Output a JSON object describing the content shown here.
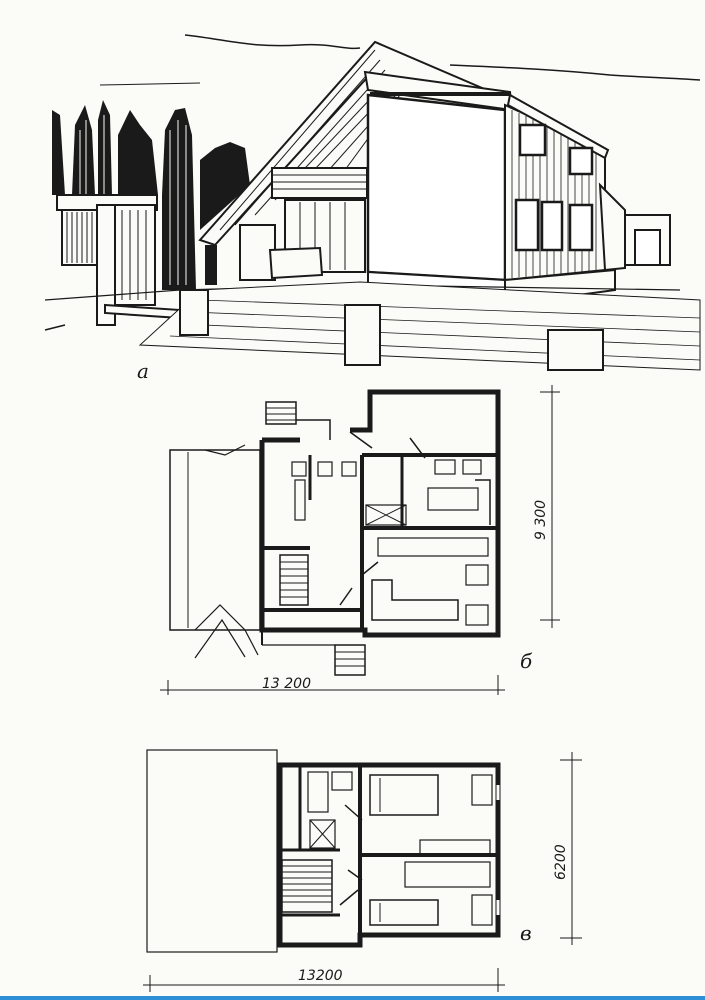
{
  "labels": {
    "perspective": "а",
    "ground_floor": "б",
    "upper_floor": "в"
  },
  "dimensions": {
    "ground_floor_width": "13 200",
    "ground_floor_depth": "9 300",
    "upper_floor_width": "13200",
    "upper_floor_depth": "6200"
  },
  "colors": {
    "ink": "#1a1a1a",
    "paper": "#fbfbf8",
    "accent_line": "#2f8fd6"
  }
}
